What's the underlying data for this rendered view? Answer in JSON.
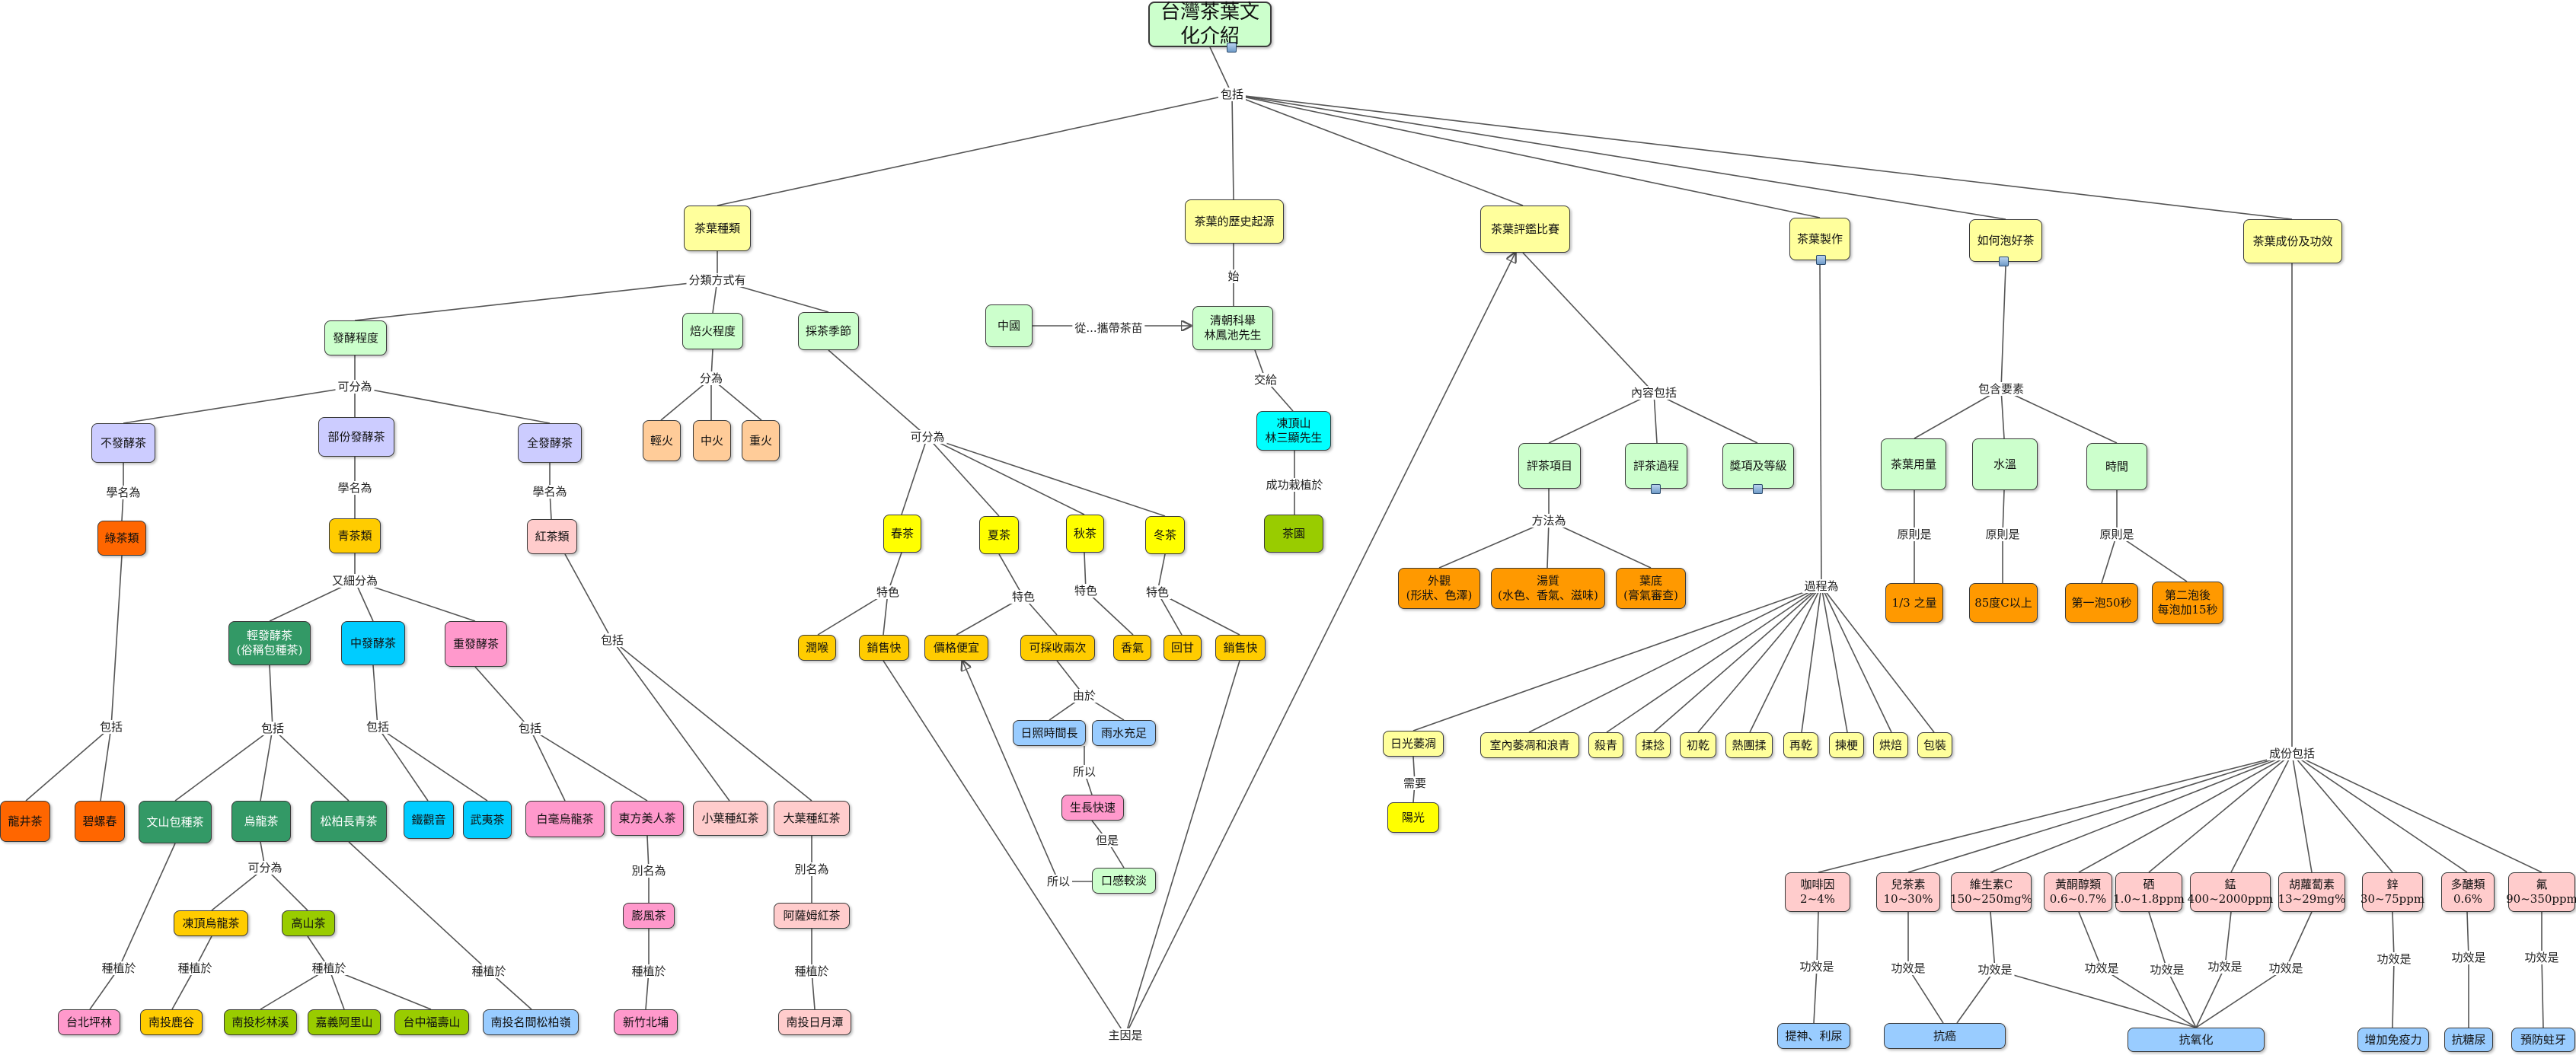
{
  "colors": {
    "yellow": "#ffff9c",
    "light_green": "#ccffcc",
    "lavender": "#ccccff",
    "peach": "#ffcc99",
    "orange": "#ff9900",
    "orange_red": "#ff6600",
    "gold": "#ffcc00",
    "pink": "#ffcccc",
    "hot_pink": "#ff99cc",
    "teal": "#339966",
    "cyan": "#00ccff",
    "lime": "#99cc00",
    "bright_yellow": "#ffff00",
    "light_blue": "#99ccff",
    "aqua": "#00ffff"
  },
  "icons": [
    "resource-icon"
  ],
  "nodes": {
    "root": "台灣茶葉文化介紹",
    "kinds": "茶葉種類",
    "history": "茶葉的歷史起源",
    "contest": "茶葉評鑑比賽",
    "making": "茶葉製作",
    "brewing": "如何泡好茶",
    "ingredients": "茶葉成份及功效",
    "ferment": "發酵程度",
    "roast": "焙火程度",
    "season": "採茶季節",
    "non_ferm": "不發酵茶",
    "partial_ferm": "部份發酵茶",
    "full_ferm": "全發酵茶",
    "green_tea": "綠茶類",
    "blue_tea": "青茶類",
    "red_tea": "紅茶類",
    "light_ferm": "輕發酵茶\n(俗稱包種茶)",
    "mid_ferm": "中發酵茶",
    "heavy_ferm": "重發酵茶",
    "longjing": "龍井茶",
    "biluochun": "碧螺春",
    "wenshan": "文山包種茶",
    "oolong": "烏龍茶",
    "songbo": "松柏長青茶",
    "tieguanyin": "鐵觀音",
    "wuyi": "武夷茶",
    "baihao": "白毫烏龍茶",
    "dongfang": "東方美人茶",
    "small_leaf": "小葉種紅茶",
    "big_leaf": "大葉種紅茶",
    "dongding": "凍頂烏龍茶",
    "gaoshan": "高山茶",
    "pengfeng": "膨風茶",
    "assam": "阿薩姆紅茶",
    "taibei_pinglin": "台北坪林",
    "nantou_lugu": "南投鹿谷",
    "nantou_shanlin": "南投杉林溪",
    "chiayi_alishan": "嘉義阿里山",
    "taichung_fushou": "台中福壽山",
    "nantou_mingjian": "南投名間松柏嶺",
    "hsinchu_beipu": "新竹北埔",
    "nantou_sunmoon": "南投日月潭",
    "light_roast": "輕火",
    "mid_roast": "中火",
    "heavy_roast": "重火",
    "spring": "春茶",
    "summer": "夏茶",
    "autumn": "秋茶",
    "winter": "冬茶",
    "mellow": "潤喉",
    "sells_fast_1": "銷售快",
    "cheap": "價格便宜",
    "two_harvests": "可採收兩次",
    "aroma": "香氣",
    "sweet": "回甘",
    "sells_fast_2": "銷售快",
    "long_sun": "日照時間長",
    "enough_rain": "雨水充足",
    "fast_growth": "生長快速",
    "light_taste": "口感較淡",
    "china": "中國",
    "qing_lin": "清朝科舉\n林鳳池先生",
    "dongding_lin": "凍頂山\n林三顯先生",
    "tea_garden": "茶園",
    "eval_items": "評茶項目",
    "eval_process": "評茶過程",
    "award_level": "獎項及等級",
    "appearance": "外觀\n(形狀、色澤)",
    "brew_quality": "湯質\n(水色、香氣、滋味)",
    "leaf_bottom": "葉底\n(膏氣審查)",
    "sun_wither": "日光萎凋",
    "indoor_wither": "室內萎凋和浪青",
    "kill_green": "殺青",
    "rolling": "揉捻",
    "first_dry": "初乾",
    "cluster_roll": "熱團揉",
    "re_dry": "再乾",
    "pick_stem": "揀梗",
    "bake": "烘焙",
    "pack": "包裝",
    "sunlight": "陽光",
    "tea_amount": "茶葉用量",
    "water_temp": "水溫",
    "time": "時間",
    "one_third": "1/3 之量",
    "temp85": "85度C以上",
    "first_brew": "第一泡50秒",
    "second_brew": "第二泡後\n每泡加15秒",
    "caffeine": "咖啡因\n2~4%",
    "tannin": "兒茶素\n10~30%",
    "vitamin_c": "維生素C\n150~250mg%",
    "flavone": "黃酮醇類\n0.6~0.7%",
    "selenium": "硒\n1.0~1.8ppm",
    "manganese": "錳\n400~2000ppm",
    "carotene": "胡蘿蔔素\n13~29mg%",
    "zinc": "鋅\n30~75ppm",
    "polyphenol": "多醣類\n0.6%",
    "fluorine": "氟\n90~350ppm",
    "refresh": "提神、利尿",
    "anti_cancer": "抗癌",
    "antioxidant": "抗氧化",
    "immunity": "增加免疫力",
    "anti_sugar": "抗糖尿",
    "anti_cavity": "預防蛀牙"
  },
  "links": {
    "include": "包括",
    "classified": "分類方式有",
    "can_divide_1": "可分為",
    "divide": "分為",
    "can_divide_2": "可分為",
    "learned_1": "學名為",
    "learned_2": "學名為",
    "learned_3": "學名為",
    "also_divide": "又細分為",
    "include_green": "包括",
    "include_blue": "包括",
    "include_mid": "包括",
    "include_heavy": "包括",
    "include_red": "包括",
    "can_divide_oolong": "可分為",
    "alias_1": "別名為",
    "alias_2": "別名為",
    "planted_1": "種植於",
    "planted_2": "種植於",
    "planted_3": "種植於",
    "planted_4": "種植於",
    "planted_5": "種植於",
    "planted_6": "種植於",
    "feature_1": "特色",
    "feature_2": "特色",
    "feature_3": "特色",
    "feature_4": "特色",
    "due_to": "由於",
    "so": "所以",
    "but_is": "但是",
    "therefore": "所以",
    "main_cause": "主因是",
    "began": "始",
    "carried": "從...攜帶茶苗",
    "handed": "交給",
    "success": "成功栽植於",
    "content": "內容包括",
    "method": "方法為",
    "process": "過程為",
    "needs": "需要",
    "elements": "包含要素",
    "principle_1": "原則是",
    "principle_2": "原則是",
    "principle_3": "原則是",
    "components": "成份包括",
    "effect_1": "功效是",
    "effect_2": "功效是",
    "effect_3": "功效是",
    "effect_4": "功效是",
    "effect_5": "功效是",
    "effect_6": "功效是",
    "effect_7": "功效是",
    "effect_8": "功效是",
    "effect_9": "功效是",
    "effect_10": "功效是"
  }
}
